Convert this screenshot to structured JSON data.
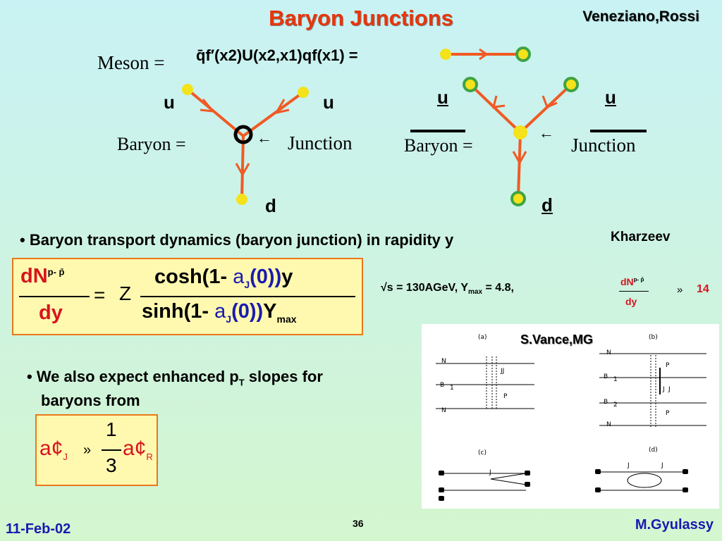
{
  "header": {
    "title": "Baryon Junctions",
    "authors": "Veneziano,Rossi"
  },
  "meson": {
    "label": "Meson =",
    "formula": "q̄f′(x2)U(x2,x1)qf(x1) ="
  },
  "baryon_left": {
    "top_left_quark": "u",
    "top_right_quark": "u",
    "bottom_quark": "d",
    "label": "Baryon =",
    "junction_label": "Junction",
    "arrow": "←"
  },
  "baryon_right": {
    "top_left_quark": "u",
    "top_right_quark": "u",
    "bottom_quark": "d",
    "label": "Baryon =",
    "junction_label": "Junction",
    "arrow": "←"
  },
  "bullet1": {
    "text": "• Baryon transport dynamics (baryon junction) in rapidity y",
    "credit": "Kharzeev"
  },
  "formula_main": {
    "lhs_num": "dN",
    "lhs_num_sup": "p- p̄",
    "lhs_den": "dy",
    "equals": "=",
    "z": "Z",
    "num_prefix": "cosh(1-",
    "num_alpha": "a",
    "num_sub": "J",
    "num_mid": "(0))",
    "num_suffix": "y",
    "den_prefix": "sinh(1-",
    "den_alpha": "a",
    "den_sub": "J",
    "den_mid": "(0))",
    "den_suffix": "Y",
    "den_suffix_sub": "max"
  },
  "formula_side": {
    "text": "√s = 130AGeV, Y",
    "ymax_sub": "max",
    "text2": "= 4.8,",
    "frac_num": "dN",
    "frac_num_sup": "p- p̄",
    "frac_den": "dy",
    "approx": "»",
    "value": "14"
  },
  "bullet2": {
    "line1": "• We also expect enhanced p",
    "line1_sub": "T",
    "line1_end": " slopes for",
    "line2": "baryons from"
  },
  "formula_slope": {
    "lhs_a": "a",
    "lhs_prime": "¢",
    "lhs_sub": "J",
    "approx": "»",
    "frac_num": "1",
    "frac_den": "3",
    "rhs_a": "a",
    "rhs_prime": "¢",
    "rhs_sub": "R"
  },
  "figure": {
    "credit": "S.Vance,MG",
    "panels": {
      "a": {
        "label": "(a)",
        "rows": [
          "N",
          "B",
          "1",
          "N"
        ],
        "tags": [
          "JJ",
          "P"
        ]
      },
      "b": {
        "label": "(b)",
        "rows": [
          "N",
          "B",
          "1",
          "B",
          "2",
          "N"
        ],
        "tags": [
          "P",
          "J",
          "J",
          "P"
        ]
      },
      "c": {
        "label": "(c)",
        "tags": [
          "J"
        ]
      },
      "d": {
        "label": "(d)",
        "tags": [
          "J",
          "J"
        ]
      }
    }
  },
  "footer": {
    "date": "11-Feb-02",
    "page": "36",
    "author": "M.Gyulassy"
  },
  "colors": {
    "title": "#e8350a",
    "string": "#f05a24",
    "quark_fill": "#f4e21a",
    "quark_green": "#3fa344",
    "box_fill": "#fff9b0",
    "box_border": "#e8781a",
    "formula_red": "#d8141e",
    "footer_blue": "#1a1ab0"
  }
}
